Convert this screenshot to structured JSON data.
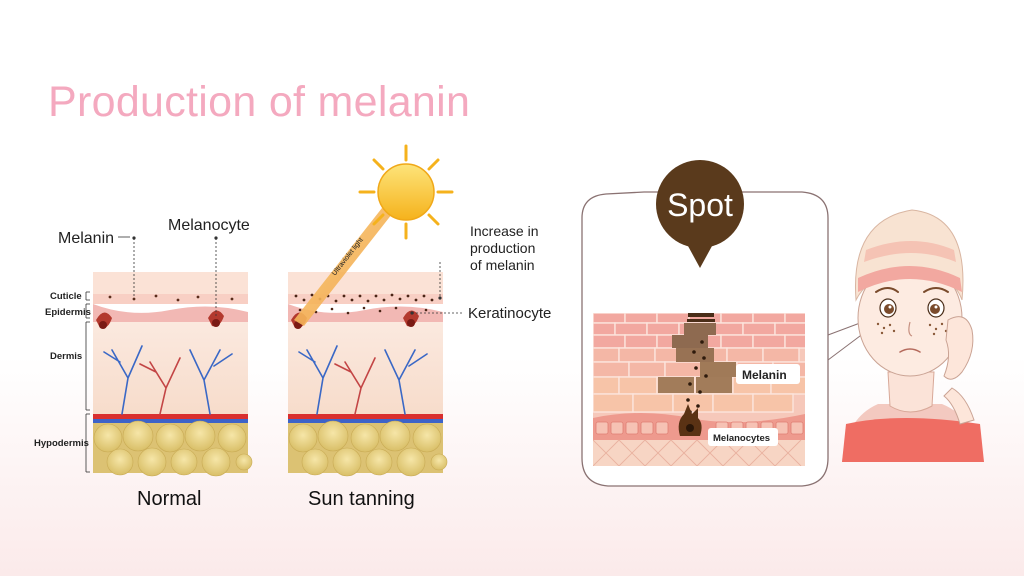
{
  "title": "Production of melanin",
  "left_panel": {
    "labels": {
      "melanin": "Melanin",
      "melanocyte": "Melanocyte",
      "cuticle": "Cuticle",
      "epidermis": "Epidermis",
      "dermis": "Dermis",
      "hypodermis": "Hypodermis"
    },
    "caption": "Normal"
  },
  "middle_panel": {
    "uv_label": "Ultraviolet light",
    "increase_label_1": "Increase in",
    "increase_label_2": "production",
    "increase_label_3": "of melanin",
    "keratinocyte": "Keratinocyte",
    "caption": "Sun tanning"
  },
  "right_panel": {
    "bubble": "Spot",
    "melanin": "Melanin",
    "melanocytes": "Melanocytes"
  },
  "colors": {
    "title": "#f4a9bf",
    "spot_bubble": "#5a3a1c",
    "sun": "#f7c531"
  }
}
